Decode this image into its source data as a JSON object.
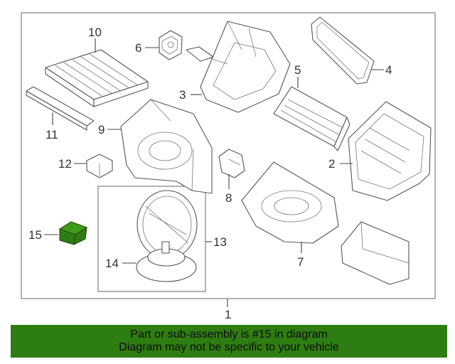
{
  "callouts": {
    "c1": "1",
    "c2": "2",
    "c3": "3",
    "c4": "4",
    "c5": "5",
    "c6": "6",
    "c7": "7",
    "c8": "8",
    "c9": "9",
    "c10": "10",
    "c11": "11",
    "c12": "12",
    "c13": "13",
    "c14": "14",
    "c15": "15"
  },
  "highlight": {
    "part": "15",
    "color": "#2e7d12"
  },
  "banner": {
    "line1": "Part or sub-assembly is #15 in diagram",
    "line2": "Diagram may not be specific to your vehicle",
    "background": "#2e7d12"
  }
}
